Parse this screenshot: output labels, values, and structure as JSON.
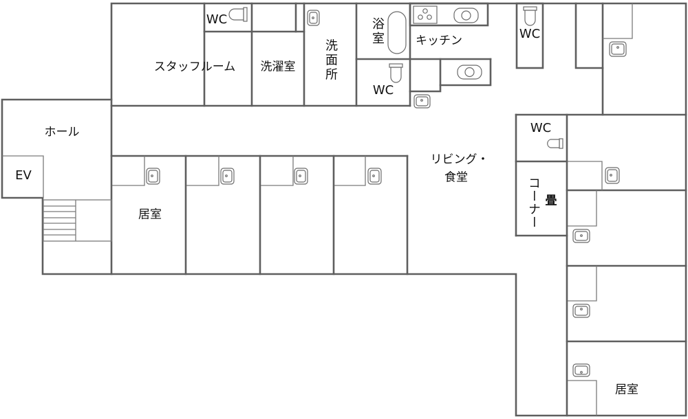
{
  "floor_plan": {
    "rooms": {
      "staff_room": "スタッフルーム",
      "wc_staff": "WC",
      "laundry": "洗濯室",
      "washroom": "洗面所",
      "bath": "浴室",
      "kitchen": "キッチン",
      "wc_bath": "WC",
      "wc_top_right": "WC",
      "hall": "ホール",
      "elevator": "EV",
      "living_line1": "リビング・",
      "living_line2": "食堂",
      "wc_living": "WC",
      "tatami_corner": "コーナー",
      "tatami": "畳",
      "bedroom_left": "居室",
      "bedroom_right": "居室"
    },
    "fixtures": {
      "sinks": 11,
      "toilets": 4,
      "bathtub": 1,
      "stove": 1,
      "kitchen_sinks": 2,
      "stairs": 1
    },
    "colors": {
      "wall": "#5e5e5e",
      "background": "#ffffff",
      "text": "#111111"
    }
  }
}
